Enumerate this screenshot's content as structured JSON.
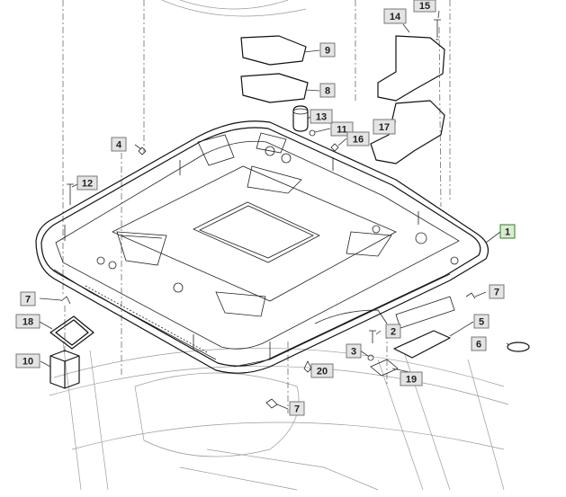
{
  "callouts": [
    {
      "label": "1",
      "highlight": true
    },
    {
      "label": "2"
    },
    {
      "label": "3"
    },
    {
      "label": "4"
    },
    {
      "label": "5"
    },
    {
      "label": "6"
    },
    {
      "label": "7"
    },
    {
      "label": "7"
    },
    {
      "label": "7"
    },
    {
      "label": "8"
    },
    {
      "label": "9"
    },
    {
      "label": "10"
    },
    {
      "label": "11"
    },
    {
      "label": "12"
    },
    {
      "label": "13"
    },
    {
      "label": "14"
    },
    {
      "label": "15"
    },
    {
      "label": "16"
    },
    {
      "label": "17"
    },
    {
      "label": "18"
    },
    {
      "label": "19"
    },
    {
      "label": "20"
    }
  ],
  "colors": {
    "highlight_fill": "#d9ecd0",
    "highlight_stroke": "#3f8a3a",
    "box_fill": "#e4e4e4"
  }
}
